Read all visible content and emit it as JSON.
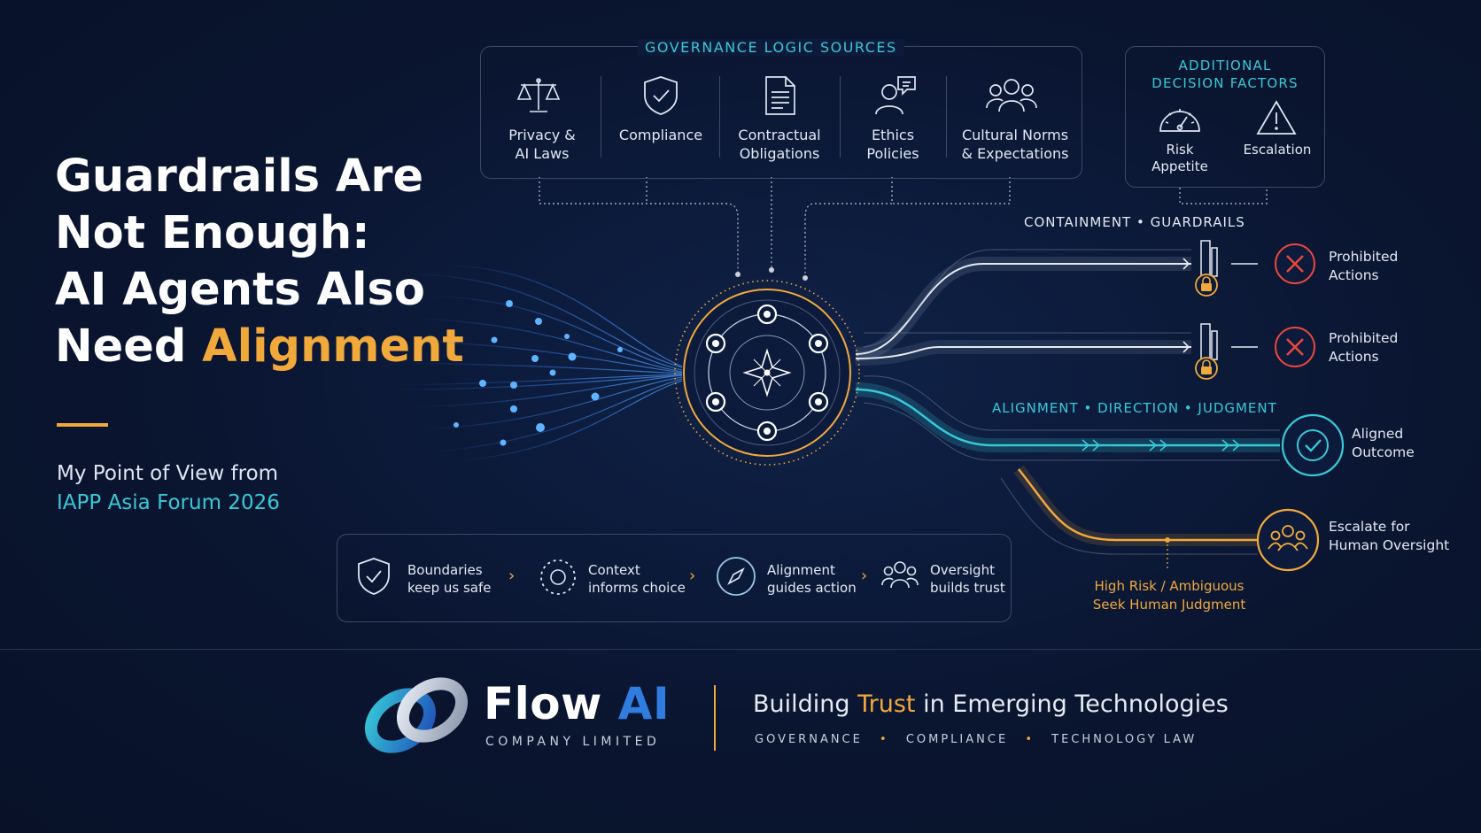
{
  "headline": {
    "line1": "Guardrails Are",
    "line2": "Not Enough:",
    "line3": "AI Agents Also",
    "line4_prefix": "Need ",
    "line4_accent": "Alignment"
  },
  "subtitle": {
    "line1": "My Point of View from",
    "line2": "IAPP Asia Forum 2026"
  },
  "governance": {
    "title": "GOVERNANCE LOGIC SOURCES",
    "sources": [
      {
        "icon": "scales-icon",
        "line1": "Privacy &",
        "line2": "AI Laws"
      },
      {
        "icon": "shield-check-icon",
        "line1": "Compliance",
        "line2": ""
      },
      {
        "icon": "document-icon",
        "line1": "Contractual",
        "line2": "Obligations"
      },
      {
        "icon": "person-chat-icon",
        "line1": "Ethics",
        "line2": "Policies"
      },
      {
        "icon": "group-icon",
        "line1": "Cultural Norms",
        "line2": "& Expectations"
      }
    ]
  },
  "additional": {
    "title_line1": "ADDITIONAL",
    "title_line2": "DECISION FACTORS",
    "factors": [
      {
        "icon": "gauge-icon",
        "line1": "Risk",
        "line2": "Appetite"
      },
      {
        "icon": "warning-icon",
        "line1": "Escalation",
        "line2": ""
      }
    ]
  },
  "paths": {
    "containment_title": "CONTAINMENT  •  GUARDRAILS",
    "alignment_title": "ALIGNMENT  •  DIRECTION  •  JUDGMENT",
    "outcomes": [
      {
        "icon": "x-circle-icon",
        "line1": "Prohibited",
        "line2": "Actions",
        "color": "#e8483b"
      },
      {
        "icon": "x-circle-icon",
        "line1": "Prohibited",
        "line2": "Actions",
        "color": "#e8483b"
      },
      {
        "icon": "check-circle-icon",
        "line1": "Aligned",
        "line2": "Outcome",
        "color": "#37c9d8"
      },
      {
        "icon": "people-circle-icon",
        "line1": "Escalate for",
        "line2": "Human Oversight",
        "color": "#f2a93b"
      }
    ],
    "escalation_note_line1": "High Risk / Ambiguous",
    "escalation_note_line2": "Seek Human Judgment"
  },
  "steps": [
    {
      "icon": "shield-check-icon",
      "line1": "Boundaries",
      "line2": "keep us safe"
    },
    {
      "icon": "context-circle-icon",
      "line1": "Context",
      "line2": "informs choice"
    },
    {
      "icon": "compass-icon",
      "line1": "Alignment",
      "line2": "guides action"
    },
    {
      "icon": "group-icon",
      "line1": "Oversight",
      "line2": "builds trust"
    }
  ],
  "footer": {
    "brand_word1": "Flow",
    "brand_word2": "AI",
    "brand_sub": "COMPANY LIMITED",
    "tagline_prefix": "Building ",
    "tagline_accent": "Trust",
    "tagline_suffix": " in Emerging Technologies",
    "service1": "GOVERNANCE",
    "service2": "COMPLIANCE",
    "service3": "TECHNOLOGY LAW",
    "bullet": "•"
  },
  "colors": {
    "background": "#0a1530",
    "accent_orange": "#f2a93b",
    "accent_cyan": "#37c9d8",
    "prohibited_red": "#e8483b",
    "brand_blue": "#2f7de1"
  }
}
